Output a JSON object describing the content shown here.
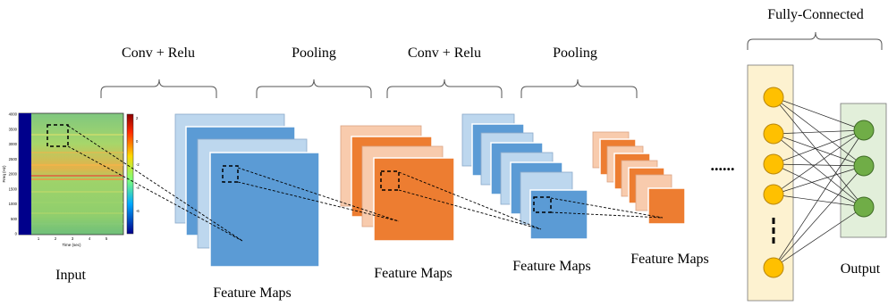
{
  "labels": {
    "fully_connected": "Fully-Connected",
    "conv_relu_1": "Conv + Relu",
    "pooling_1": "Pooling",
    "conv_relu_2": "Conv + Relu",
    "pooling_2": "Pooling",
    "input": "Input",
    "feature_maps_1": "Feature Maps",
    "feature_maps_2": "Feature Maps",
    "feature_maps_3": "Feature Maps",
    "feature_maps_4": "Feature Maps",
    "output": "Output",
    "ellipsis": "......"
  },
  "spectrogram": {
    "yticks": [
      "4000",
      "3500",
      "3000",
      "2500",
      "2000",
      "1500",
      "1000",
      "500",
      "0"
    ],
    "xticks": [
      "1",
      "2",
      "3",
      "4",
      "5"
    ],
    "xlabel": "Time (sec)",
    "ylabel": "Freq (Hz)",
    "colorbar_ticks": [
      "2",
      "0",
      "-2",
      "-4",
      "-6"
    ]
  },
  "colors": {
    "light_blue": "#bdd7ee",
    "blue": "#5b9bd5",
    "light_orange": "#f8cbad",
    "orange": "#ed7d31",
    "fc_panel": "#fdf2d0",
    "fc_node": "#ffc000",
    "out_panel": "#e2efda",
    "out_node": "#70ad47"
  }
}
